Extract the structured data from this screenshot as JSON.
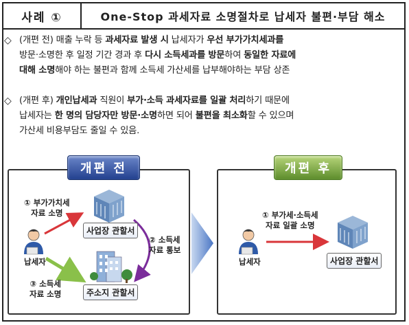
{
  "header": {
    "case_label": "사례 ①",
    "title": "One-Stop 과세자료 소명절차로 납세자 불편·부담 해소"
  },
  "paragraphs": {
    "p1_mark": "◇",
    "p1_seg1": "(개편 전) 매출 누락 등 ",
    "p1_seg2": "과세자료 발생 시",
    "p1_seg3": " 납세자가 ",
    "p1_seg4": "우선 부가가치세과를",
    "p1_seg5": "방문·소명한 후 일정 기간 경과 후 ",
    "p1_seg6": "다시 소득세과를 방문",
    "p1_seg7": "하여 ",
    "p1_seg8": "동일한 자료에",
    "p1_seg9": "대해 소명",
    "p1_seg10": "해야 하는 불편과 함께 소득세 가산세를 납부해야하는 부담 상존",
    "p2_mark": "◇",
    "p2_seg1": "(개편 후) ",
    "p2_seg2": "개인납세과",
    "p2_seg3": " 직원이 ",
    "p2_seg4": "부가·소득 과세자료를 일괄 처리",
    "p2_seg5": "하기 때문에",
    "p2_seg6": "납세자는 ",
    "p2_seg7": "한 명의 담당자만 방문·소명",
    "p2_seg8": "하면 되어 ",
    "p2_seg9": "불편을 최소화",
    "p2_seg10": "할 수 있으며",
    "p2_seg11": "가산세 비용부담도 줄일 수 있음."
  },
  "before": {
    "tag": "개편 전",
    "taxpayer": "납세자",
    "step1": "① 부가가치세",
    "step1b": "자료 소명",
    "office1": "사업장 관할서",
    "step2": "② 소득세",
    "step2b": "자료 통보",
    "office2": "주소지 관할서",
    "step3": "③ 소득세",
    "step3b": "자료 소명"
  },
  "after": {
    "tag": "개편 후",
    "taxpayer": "납세자",
    "step1": "① 부가세·소득세",
    "step1b": "자료 일괄 소명",
    "office": "사업장 관할서"
  },
  "colors": {
    "before_tag": "#23418f",
    "after_tag": "#5d8d2c",
    "arrow_red": "#d9363a",
    "arrow_purple": "#7b2d9b",
    "arrow_green": "#8ac04a",
    "big_arrow": "#4a76c4"
  }
}
